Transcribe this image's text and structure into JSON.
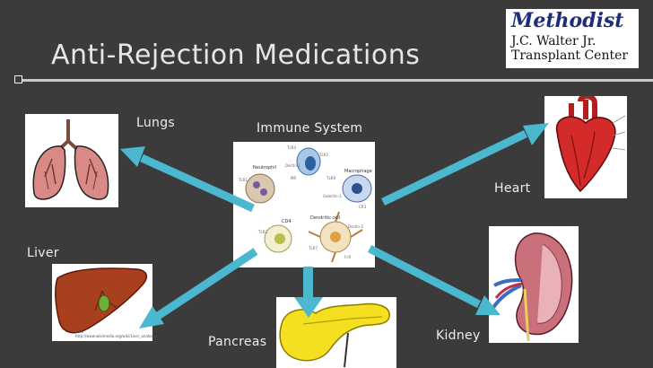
{
  "slide": {
    "title": "Anti-Rejection Medications",
    "background_color": "#3b3b3b",
    "arrow_color": "#5bc5d8"
  },
  "logo": {
    "brand": "Methodist",
    "line1": "J.C. Walter Jr.",
    "line2": "Transplant Center"
  },
  "center": {
    "label": "Immune System",
    "cells": [
      "Neutrophil",
      "Macrophage",
      "CD4",
      "Dendritic cell"
    ],
    "receptors": [
      "TLR4",
      "TLR2",
      "TLR9",
      "TLR1",
      "TLR6",
      "Dectin-1",
      "Dectin-2",
      "Galectin-3",
      "CR3",
      "FcR",
      "MR",
      "TLR3",
      "TLR7"
    ]
  },
  "organs": {
    "lungs": "Lungs",
    "liver": "Liver",
    "pancreas": "Pancreas",
    "heart": "Heart",
    "kidney": "Kidney"
  },
  "liver_caption": {
    "line1": "Liver",
    "line2": "http://www.wikimedia.org/wiki/Liver_anatomy"
  }
}
